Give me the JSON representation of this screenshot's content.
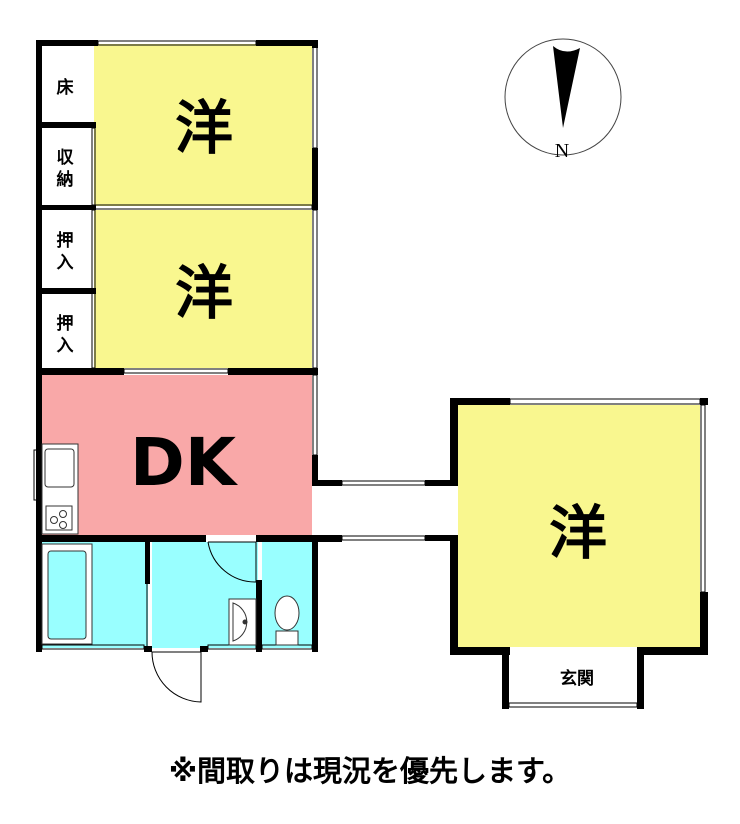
{
  "rooms": {
    "western_1": "洋",
    "western_2": "洋",
    "western_3": "洋",
    "tokonoma": "床",
    "storage": [
      "収",
      "納"
    ],
    "closet_1": [
      "押",
      "入"
    ],
    "closet_2": [
      "押",
      "入"
    ],
    "dk": "DK",
    "entrance": "玄関"
  },
  "compass": {
    "label": "N"
  },
  "caption": "※間取りは現況を優先します。",
  "colors": {
    "western": "#f9f78f",
    "dk": "#f9a8a8",
    "wet": "#99ffff",
    "wall": "#000000"
  }
}
